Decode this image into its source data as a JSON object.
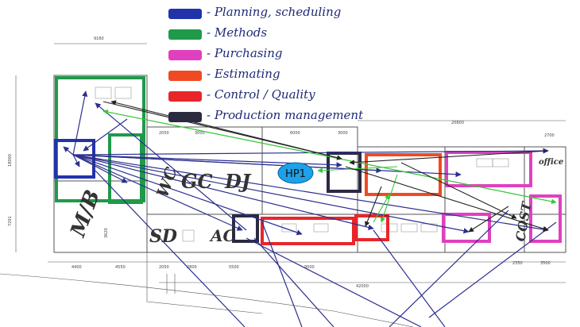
{
  "legend": [
    {
      "label": "- Planning, scheduling",
      "color": "#2233aa"
    },
    {
      "label": "- Methods",
      "color": "#1f9a4a"
    },
    {
      "label": "- Purchasing",
      "color": "#e040c0"
    },
    {
      "label": "- Estimating",
      "color": "#f04a22"
    },
    {
      "label": "- Control / Quality",
      "color": "#e8262a"
    },
    {
      "label": "- Production management",
      "color": "#2a2a40"
    }
  ],
  "node_label": "HP1",
  "handwritten": [
    "M/B",
    "WC",
    "GC",
    "DJ",
    "SD",
    "AC",
    "COST",
    "office"
  ],
  "dimensions": [
    "9160",
    "18000",
    "7201",
    "3620",
    "4400",
    "4550",
    "2050",
    "6000",
    "3000",
    "3000",
    "20800",
    "2700",
    "2050",
    "2800",
    "5500",
    "9500",
    "2350",
    "3500",
    "42000"
  ],
  "colors": {
    "arrow_blue": "#2c2f8f",
    "arrow_green": "#37c837",
    "arrow_black": "#222222"
  }
}
